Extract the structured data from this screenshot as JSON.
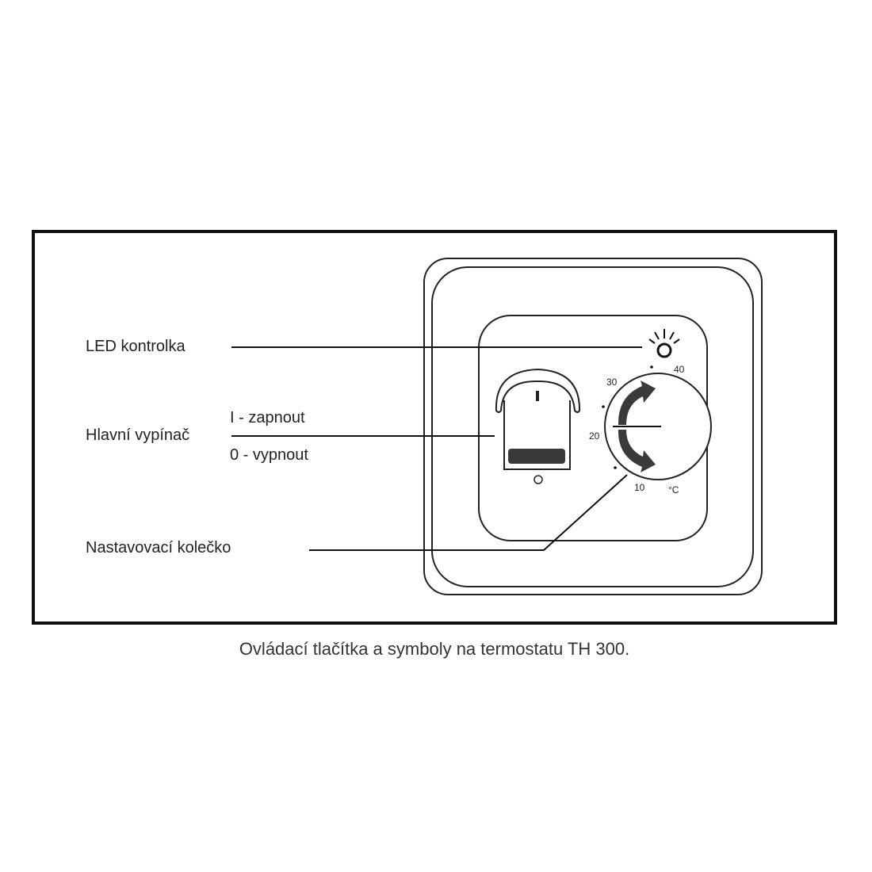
{
  "labels": {
    "led": "LED kontrolka",
    "main_switch": "Hlavní vypínač",
    "switch_on": "I - zapnout",
    "switch_off": "0 - vypnout",
    "dial": "Nastavovací kolečko"
  },
  "dial_scale": {
    "t10": "10",
    "t20": "20",
    "t30": "30",
    "t40": "40",
    "unit": "°C"
  },
  "switch_marks": {
    "on": "I",
    "off": "O"
  },
  "caption": "Ovládací tlačítka a symboly na termostatu TH 300.",
  "colors": {
    "line": "#111111",
    "fill_dark": "#3a3a3a"
  }
}
